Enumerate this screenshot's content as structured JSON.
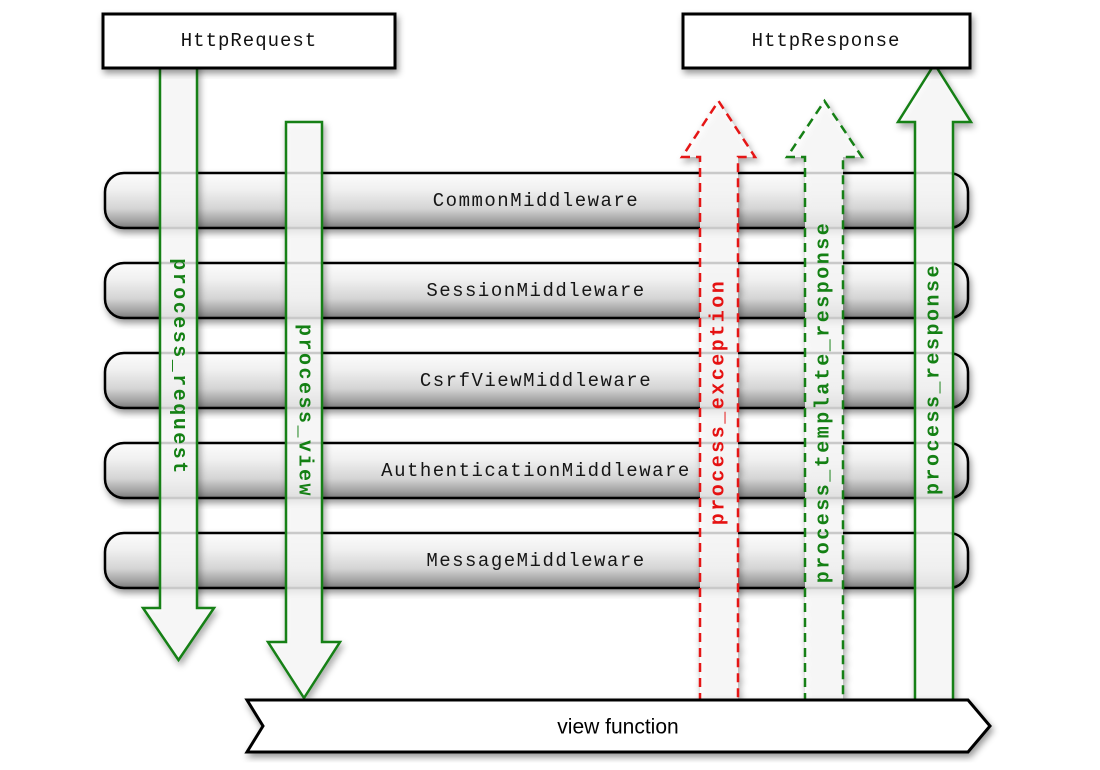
{
  "boxes": {
    "request": "HttpRequest",
    "response": "HttpResponse"
  },
  "middlewares": [
    "CommonMiddleware",
    "SessionMiddleware",
    "CsrfViewMiddleware",
    "AuthenticationMiddleware",
    "MessageMiddleware"
  ],
  "view_function_label": "view function",
  "arrows": [
    {
      "id": "process_request",
      "label": "process_request",
      "color": "#148014",
      "style": "solid",
      "direction": "down"
    },
    {
      "id": "process_view",
      "label": "process_view",
      "color": "#148014",
      "style": "solid",
      "direction": "down"
    },
    {
      "id": "process_exception",
      "label": "process_exception",
      "color": "#e51212",
      "style": "dashed",
      "direction": "up"
    },
    {
      "id": "process_template_response",
      "label": "process_template_response",
      "color": "#148014",
      "style": "dashed",
      "direction": "up"
    },
    {
      "id": "process_response",
      "label": "process_response",
      "color": "#148014",
      "style": "solid",
      "direction": "up"
    }
  ],
  "colors": {
    "green": "#148014",
    "red": "#e51212",
    "bar_border": "#000000",
    "bar_gradient_top": "#fcfcfc",
    "bar_gradient_bottom": "#7b7b7b",
    "background": "#ffffff"
  }
}
